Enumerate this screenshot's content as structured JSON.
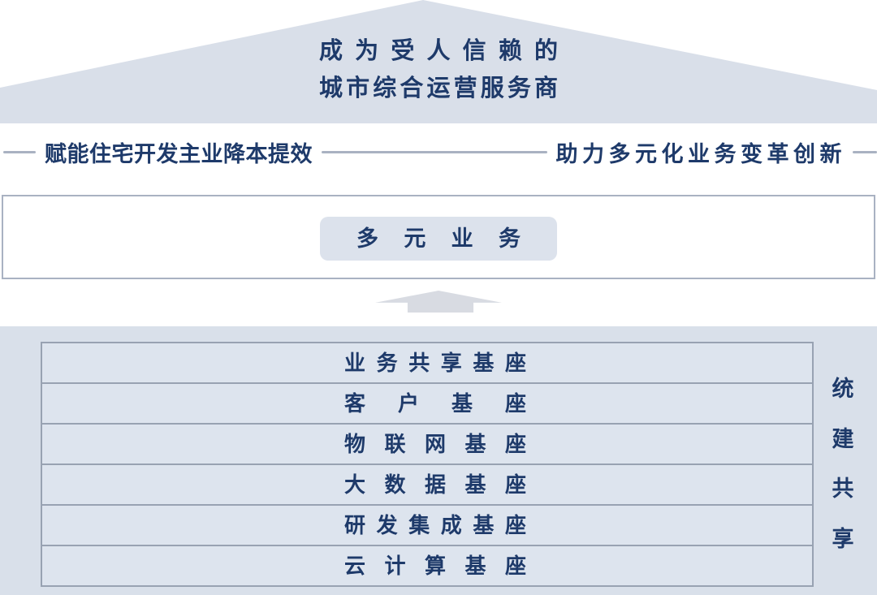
{
  "colors": {
    "text_navy": "#1e3a6a",
    "roof_fill": "#d9dfe9",
    "panel_fill": "#d9e0ea",
    "row_fill": "#dde4ee",
    "row_border": "#98a2b2",
    "box_border": "#a9b2c2",
    "pill_fill": "#dce2ec",
    "arrow_fill": "#d8dbe2"
  },
  "roof": {
    "line1": "成为受人信赖的",
    "line2": "城市综合运营服务商"
  },
  "taglines": {
    "left": "赋能住宅开发主业降本提效",
    "right": "助力多元化业务变革创新"
  },
  "diversified_box": {
    "label": "多元业务"
  },
  "platform_stack": {
    "rows": [
      {
        "label": "业务共享基座"
      },
      {
        "label": "客户基座"
      },
      {
        "label": "物联网基座"
      },
      {
        "label": "大数据基座"
      },
      {
        "label": "研发集成基座"
      },
      {
        "label": "云计算基座"
      }
    ],
    "side_label": "统建共享",
    "side_chars": [
      "统",
      "建",
      "共",
      "享"
    ]
  }
}
